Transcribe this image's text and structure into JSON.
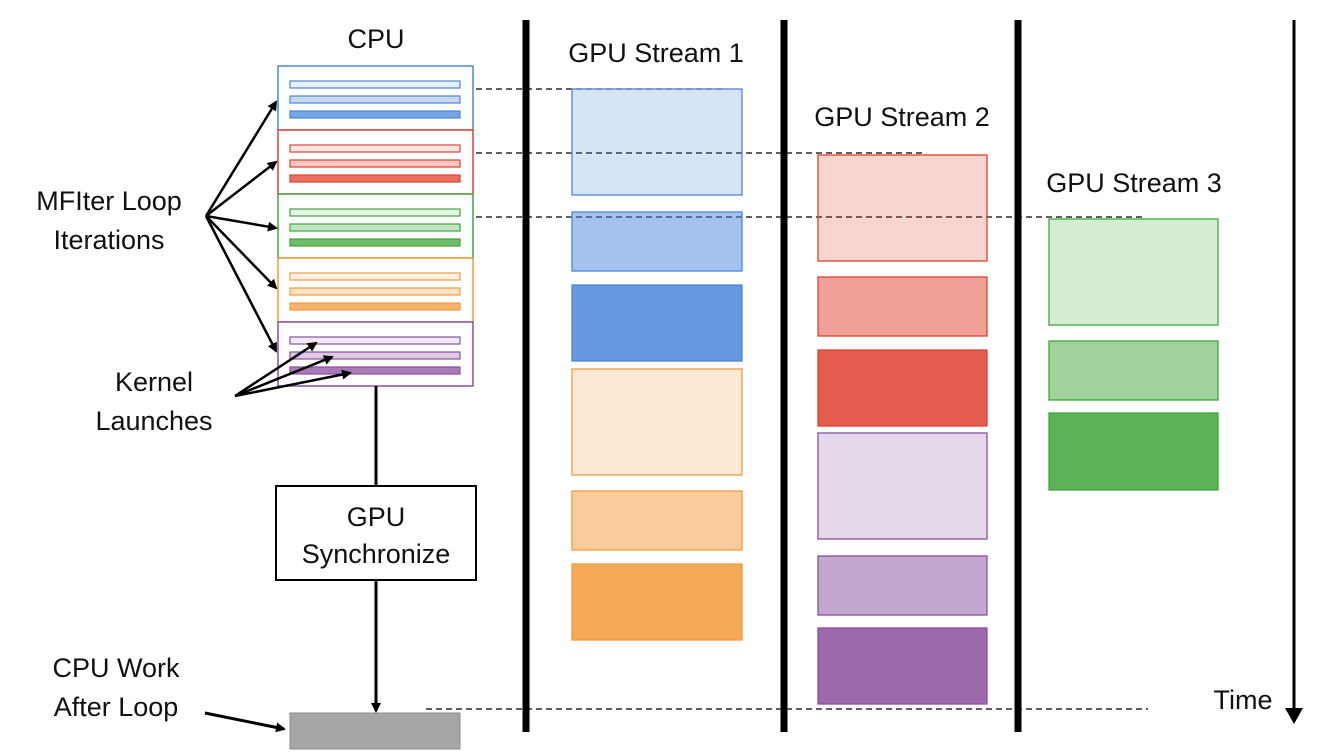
{
  "labels": {
    "cpu": "CPU",
    "gpu_stream_1": "GPU Stream 1",
    "gpu_stream_2": "GPU Stream 2",
    "gpu_stream_3": "GPU Stream 3",
    "mfiter_line1": "MFIter Loop",
    "mfiter_line2": "Iterations",
    "kernel_line1": "Kernel",
    "kernel_line2": "Launches",
    "sync_line1": "GPU",
    "sync_line2": "Synchronize",
    "cpu_work_line1": "CPU Work",
    "cpu_work_line2": "After Loop",
    "time": "Time"
  },
  "colors": {
    "blue": "#4a86d8",
    "red": "#e0412f",
    "green": "#3fa63a",
    "orange": "#f39a3c",
    "purple": "#8a4f9e",
    "gray": "#a6a6a6"
  },
  "cpu_iterations": [
    {
      "name": "blue-iteration",
      "color": "blue",
      "kernels": 3
    },
    {
      "name": "red-iteration",
      "color": "red",
      "kernels": 3
    },
    {
      "name": "green-iteration",
      "color": "green",
      "kernels": 3
    },
    {
      "name": "orange-iteration",
      "color": "orange",
      "kernels": 3
    },
    {
      "name": "purple-iteration",
      "color": "purple",
      "kernels": 3
    }
  ],
  "gpu_streams": [
    {
      "name": "stream-1",
      "kernels": [
        "blue",
        "blue",
        "blue",
        "orange",
        "orange",
        "orange"
      ]
    },
    {
      "name": "stream-2",
      "kernels": [
        "red",
        "red",
        "red",
        "purple",
        "purple",
        "purple"
      ]
    },
    {
      "name": "stream-3",
      "kernels": [
        "green",
        "green",
        "green"
      ]
    }
  ]
}
